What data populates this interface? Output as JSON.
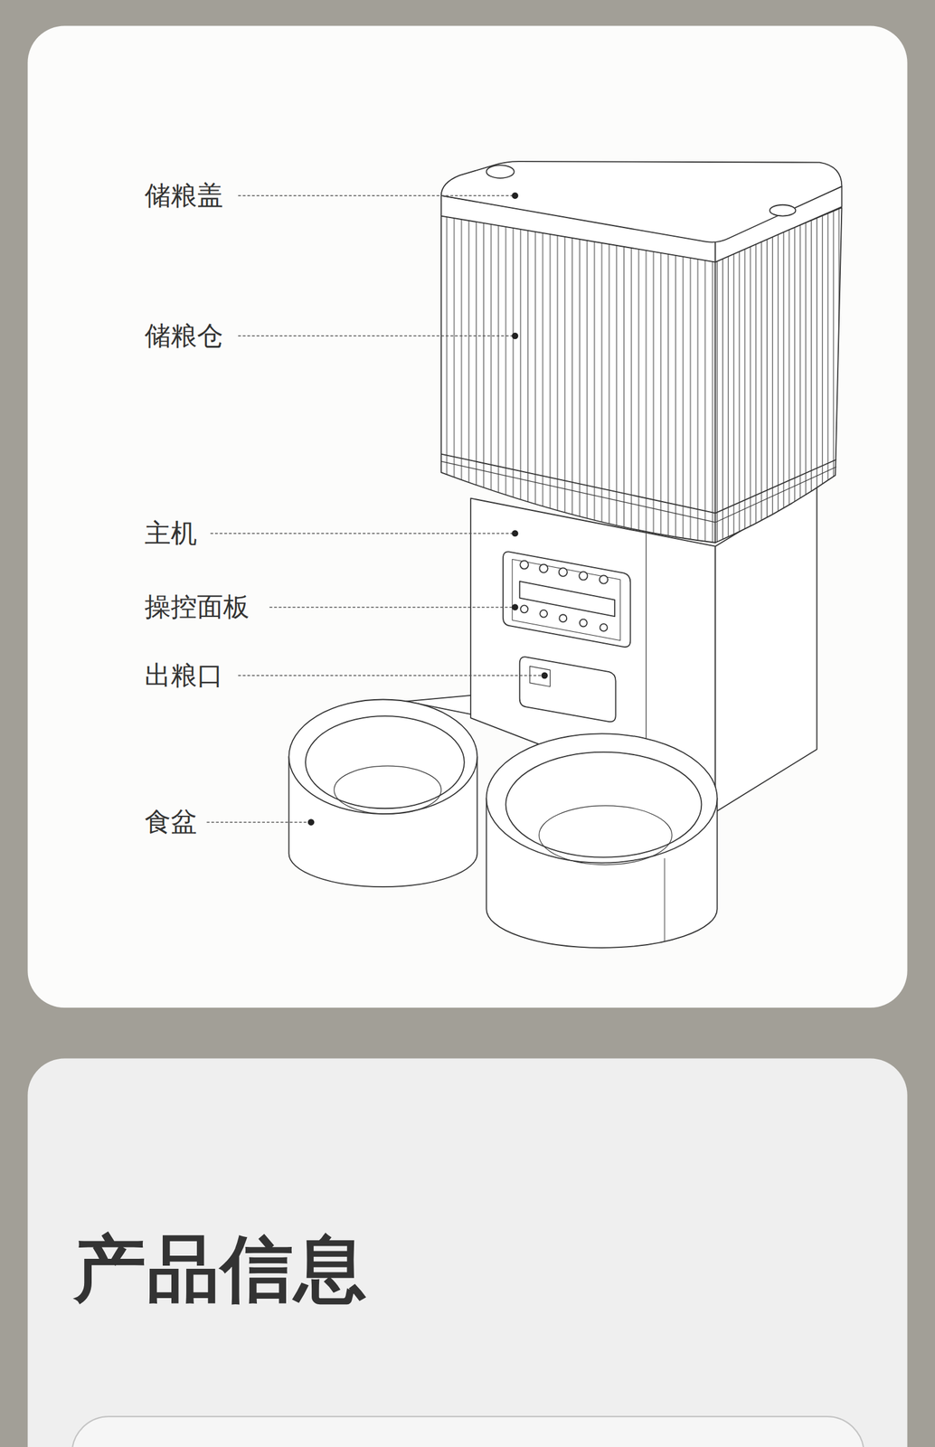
{
  "diagram": {
    "title": "产品信息",
    "labels": [
      "储粮盖",
      "储粮仓",
      "主机",
      "操控面板",
      "出粮口",
      "食盆"
    ]
  }
}
